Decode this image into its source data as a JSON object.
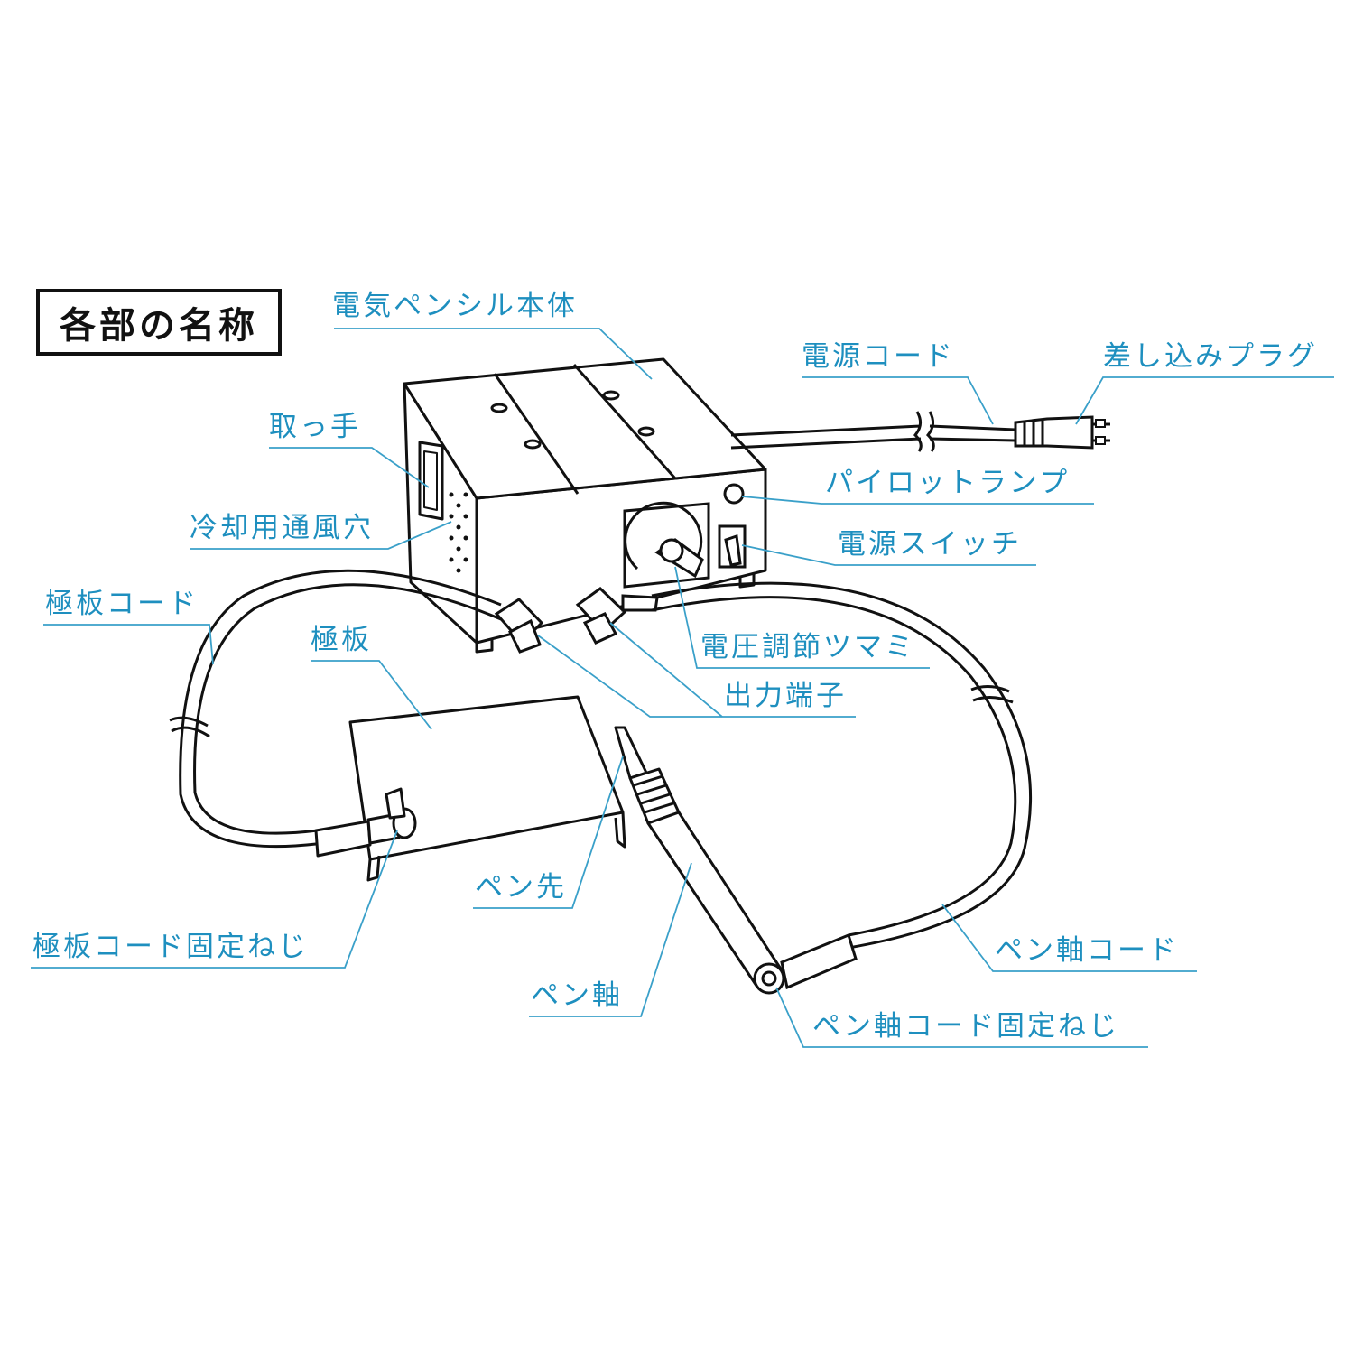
{
  "title": "各部の名称",
  "colors": {
    "label": "#1e8fbf",
    "leader": "#3aa0c9",
    "line_art": "#111111",
    "background": "#ffffff"
  },
  "labels": {
    "main_unit": "電気ペンシル本体",
    "power_cord": "電源コード",
    "plug": "差し込みプラグ",
    "handle": "取っ手",
    "pilot_lamp": "パイロットランプ",
    "vent": "冷却用通風穴",
    "power_switch": "電源スイッチ",
    "plate_cord": "極板コード",
    "plate": "極板",
    "voltage_knob": "電圧調節ツマミ",
    "output_terminal": "出力端子",
    "pen_tip": "ペン先",
    "plate_cord_screw": "極板コード固定ねじ",
    "pen_cord": "ペン軸コード",
    "pen_shaft": "ペン軸",
    "pen_cord_screw": "ペン軸コード固定ねじ"
  }
}
